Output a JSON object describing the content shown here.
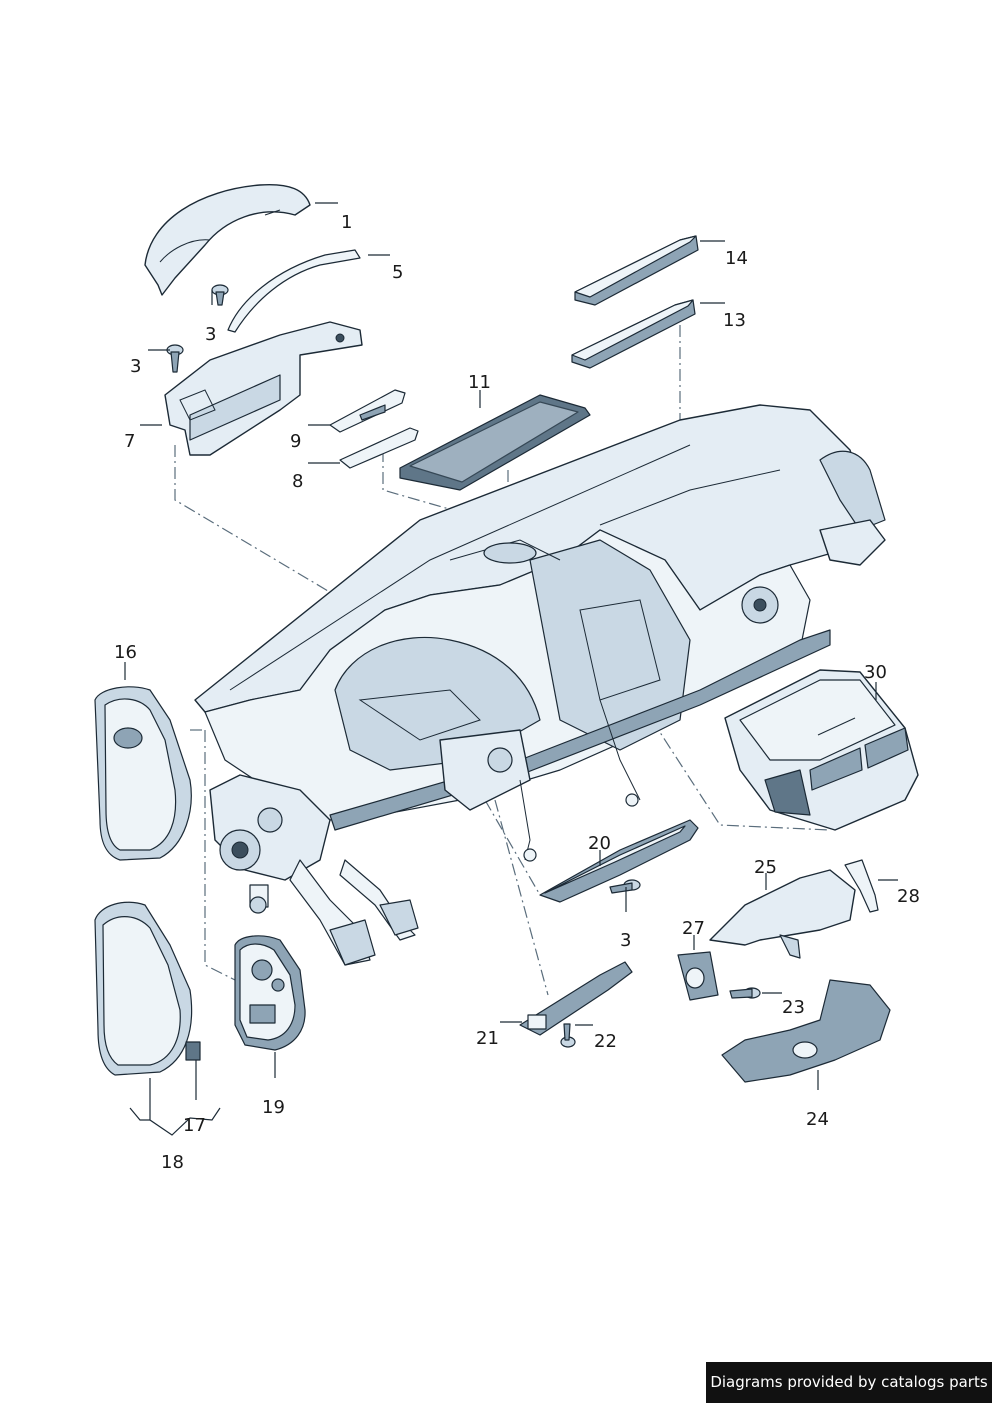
{
  "callouts": {
    "c1": "1",
    "c3a": "3",
    "c5": "5",
    "c3b": "3",
    "c7": "7",
    "c14": "14",
    "c13": "13",
    "c11": "11",
    "c9": "9",
    "c8": "8",
    "c16": "16",
    "c30": "30",
    "c20": "20",
    "c3c": "3",
    "c25": "25",
    "c28": "28",
    "c27": "27",
    "c23": "23",
    "c21": "21",
    "c22": "22",
    "c24": "24",
    "c19": "19",
    "c17": "17",
    "c18": "18"
  },
  "footer": {
    "credit": "Diagrams provided by catalogs parts"
  },
  "colors": {
    "part_fill": "#e4edf4",
    "outline": "#1c2a36",
    "accent_dark": "#8ea4b5",
    "credit_bg": "#111111"
  }
}
